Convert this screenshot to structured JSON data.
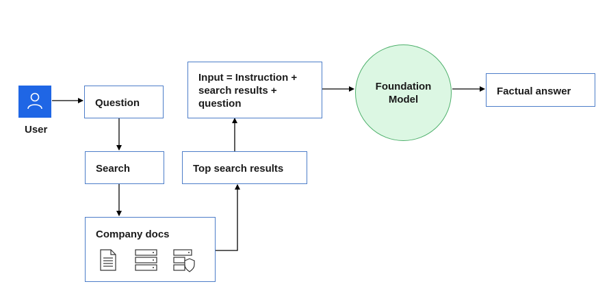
{
  "user": {
    "label": "User",
    "icon": "user-icon"
  },
  "nodes": {
    "question": "Question",
    "search": "Search",
    "company_docs": "Company docs",
    "top_results": "Top search results",
    "input": "Input = Instruction +\nsearch results +\nquestion",
    "model": "Foundation\nModel",
    "answer": "Factual answer"
  },
  "company_doc_icons": [
    "document-icon",
    "server-icon",
    "secure-server-icon"
  ],
  "colors": {
    "box_border": "#4a7bc8",
    "user_icon_bg": "#1f66e5",
    "model_fill": "#dcf7e3",
    "model_border": "#4caf6a",
    "arrow": "#000000"
  }
}
